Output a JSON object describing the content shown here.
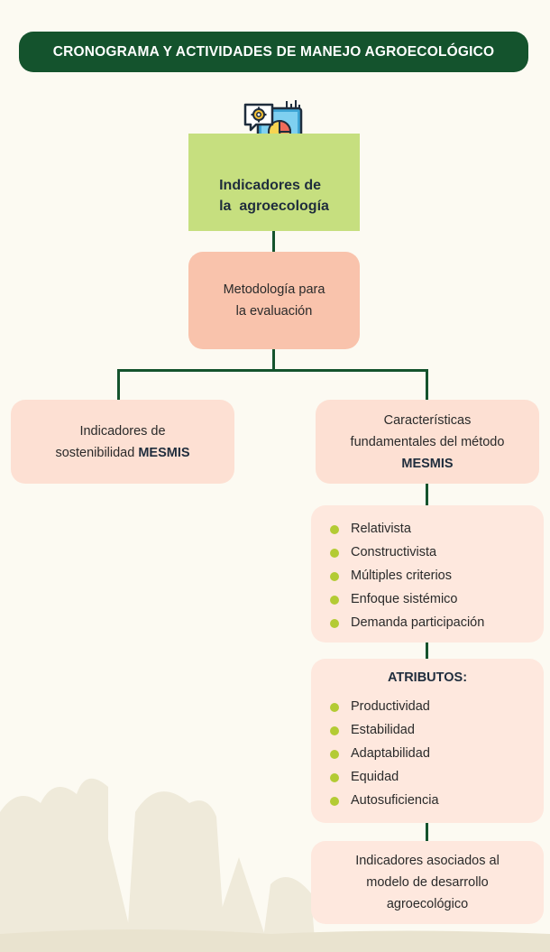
{
  "title": "CRONOGRAMA Y ACTIVIDADES DE MANEJO AGROECOLÓGICO",
  "icon": "monitor-chart-gear-icon",
  "colors": {
    "title_bg": "#14532d",
    "connector": "#14532d",
    "main_box": "#c6df7f",
    "node_salmon": "#f9c3ac",
    "node_peach": "#fde0d3",
    "bullet": "#b3cb34"
  },
  "main": {
    "line1": "Indicadores de",
    "line2": "la  agroecología"
  },
  "methodology": {
    "line1": "Metodología para",
    "line2": "la evaluación"
  },
  "left_node": {
    "line1": "Indicadores de",
    "line2_prefix": "sostenibilidad ",
    "line2_bold": "MESMIS"
  },
  "right_node": {
    "line1": "Características",
    "line2": "fundamentales del método",
    "line3_bold": "MESMIS"
  },
  "characteristics": [
    "Relativista",
    "Constructivista",
    "Múltiples criterios",
    "Enfoque sistémico",
    "Demanda participación"
  ],
  "attributes": {
    "heading": "ATRIBUTOS:",
    "items": [
      "Productividad",
      "Estabilidad",
      "Adaptabilidad",
      "Equidad",
      "Autosuficiencia"
    ]
  },
  "final_node": {
    "line1": "Indicadores asociados al",
    "line2": "modelo de desarrollo",
    "line3": "agroecológico"
  }
}
